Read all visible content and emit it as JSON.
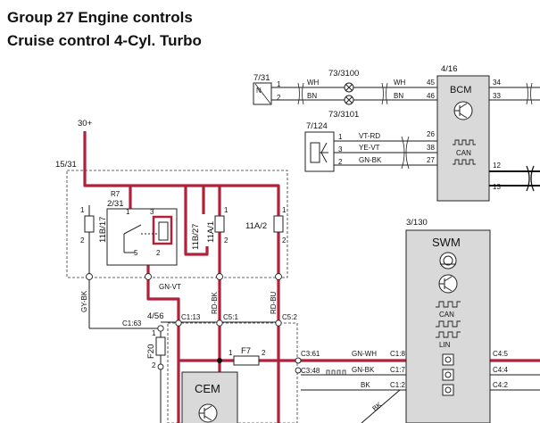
{
  "header": {
    "title": "Group 27 Engine controls",
    "subtitle": "Cruise control 4-Cyl. Turbo"
  },
  "colors": {
    "power_wire": "#b0213a",
    "module_fill": "#d9d9d9"
  },
  "components": {
    "sensor_7_31": {
      "id": "7/31",
      "letter": "N",
      "pins": [
        "1",
        "2"
      ]
    },
    "lamp_73_3100": {
      "id": "73/3100"
    },
    "lamp_73_3101": {
      "id": "73/3101"
    },
    "bcm": {
      "id": "4/16",
      "name": "BCM",
      "can": "CAN",
      "pins_left": [
        "45",
        "46",
        "26",
        "38",
        "27"
      ],
      "pins_right": [
        "34",
        "33",
        "12",
        "13"
      ]
    },
    "sensor_7_124": {
      "id": "7/124",
      "pins": [
        "1",
        "3",
        "2"
      ]
    },
    "supply": {
      "label": "30+"
    },
    "fuse_box": {
      "id": "15/31"
    },
    "relay": {
      "ref": "R7",
      "id": "2/31",
      "pins": [
        "1",
        "3",
        "5",
        "2"
      ]
    },
    "fuse_11b17": {
      "id": "11B/17",
      "pins": [
        "1",
        "2"
      ]
    },
    "fuse_11b27": {
      "id": "11B/27"
    },
    "fuse_11a1": {
      "id": "11A/1",
      "pins": [
        "1",
        "2"
      ]
    },
    "fuse_11a2": {
      "id": "11A/2",
      "pins": [
        "1",
        "2"
      ]
    },
    "swm": {
      "id": "3/130",
      "name": "SWM",
      "can": "CAN",
      "lin": "LIN"
    },
    "node_4_56": {
      "id": "4/56"
    },
    "fuse_f20": {
      "id": "F20",
      "pins": [
        "1",
        "2"
      ]
    },
    "fuse_f7": {
      "id": "F7",
      "pins": [
        "1",
        "2"
      ]
    },
    "cem": {
      "name": "CEM"
    }
  },
  "wires": {
    "wh1": "WH",
    "bn1": "BN",
    "wh2": "WH",
    "bn2": "BN",
    "vt_rd": "VT-RD",
    "ye_vt": "YE-VT",
    "gn_bk": "GN-BK",
    "gn_vt": "GN-VT",
    "gy_bk": "GY-BK",
    "rd_bk": "RD-BK",
    "rd_bu": "RD-BU",
    "gn_wh": "GN-WH",
    "gn_bk2": "GN-BK",
    "bk": "BK",
    "bk_diag": "BK"
  },
  "connectors": {
    "c1_13": "C1:13",
    "c5_1": "C5:1",
    "c5_2": "C5:2",
    "c1_63": "C1:63",
    "c3_61": "C3:61",
    "c3_48": "C3:48",
    "c1_8": "C1:8",
    "c1_7": "C1:7",
    "c1_2": "C1:2",
    "c4_5": "C4:5",
    "c4_4": "C4:4",
    "c4_2": "C4:2"
  }
}
